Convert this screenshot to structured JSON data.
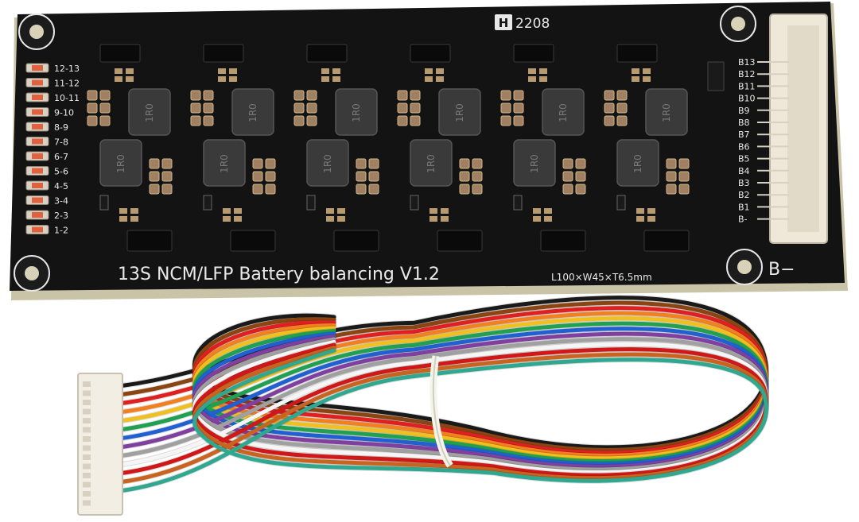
{
  "board": {
    "title": "13S NCM/LFP Battery balancing V1.2",
    "dimensions": "L100×W45×T6.5mm",
    "date_code": "2208",
    "bminus": "B−",
    "left_labels": [
      "12-13",
      "11-12",
      "10-11",
      "9-10",
      "8-9",
      "7-8",
      "6-7",
      "5-6",
      "4-5",
      "3-4",
      "2-3",
      "1-2"
    ],
    "right_labels": [
      "B13",
      "B12",
      "B11",
      "B10",
      "B9",
      "B8",
      "B7",
      "B6",
      "B5",
      "B4",
      "B3",
      "B2",
      "B1",
      "B-"
    ],
    "inductor_marking": "1R0"
  },
  "colors": {
    "pcb": "#121212",
    "pcb_edge": "#c9c4a8",
    "inductor": "#3a3a3a",
    "connector": "#efe8d8",
    "wires": [
      "#1a1a1a",
      "#8b4513",
      "#e02020",
      "#f08020",
      "#f0c020",
      "#20a050",
      "#2060d0",
      "#8040a0",
      "#a0a0a0",
      "#f5f5f5",
      "#d01818",
      "#c86420",
      "#30a890"
    ]
  }
}
